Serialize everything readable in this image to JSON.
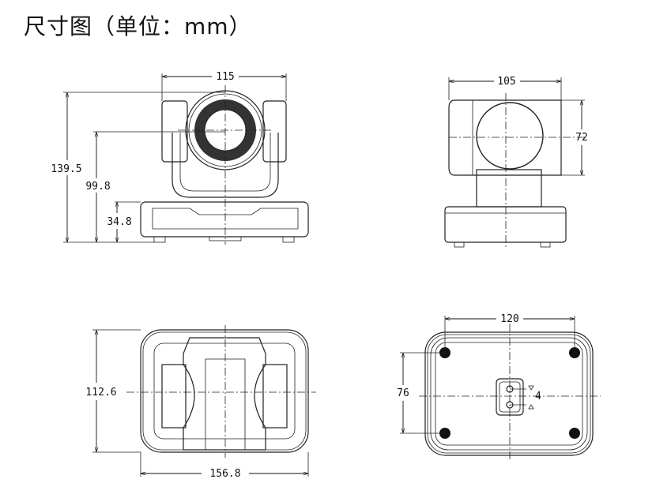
{
  "title": "尺寸图（单位：mm）",
  "front_view": {
    "width": "115",
    "total_height": "139.5",
    "lens_center_height": "99.8",
    "base_height": "34.8"
  },
  "side_view": {
    "depth": "105",
    "head_height": "72"
  },
  "top_view": {
    "depth": "112.6",
    "width": "156.8"
  },
  "bottom_view": {
    "feet_spacing_x": "120",
    "feet_spacing_y": "76",
    "hole_spacing": "4"
  }
}
